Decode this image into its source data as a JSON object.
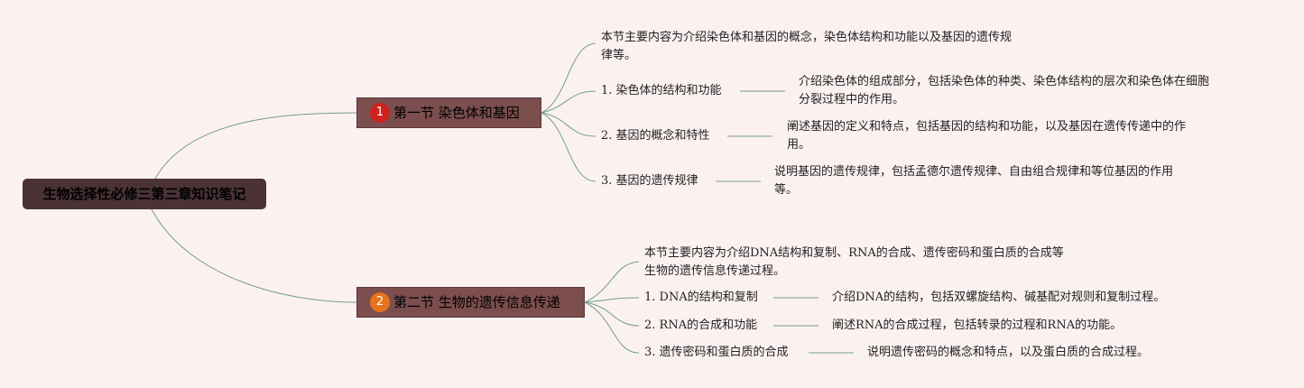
{
  "root": {
    "title": "生物选择性必修三第三章知识笔记"
  },
  "sections": [
    {
      "number": "1",
      "badge_color": "#d0211c",
      "title": "第一节 染色体和基因",
      "intro": [
        "本节主要内容为介绍染色体和基因的概念，染色体结构和功能以及基因的遗传规",
        "律等。"
      ],
      "topics": [
        {
          "label": "1. 染色体的结构和功能",
          "detail": [
            "介绍染色体的组成部分，包括染色体的种类、染色体结构的层次和染色体在细胞",
            "分裂过程中的作用。"
          ]
        },
        {
          "label": "2. 基因的概念和特性",
          "detail": [
            "阐述基因的定义和特点，包括基因的结构和功能，以及基因在遗传传递中的作",
            "用。"
          ]
        },
        {
          "label": "3. 基因的遗传规律",
          "detail": [
            "说明基因的遗传规律，包括孟德尔遗传规律、自由组合规律和等位基因的作用",
            "等。"
          ]
        }
      ]
    },
    {
      "number": "2",
      "badge_color": "#e8731c",
      "title": "第二节 生物的遗传信息传递",
      "intro": [
        "本节主要内容为介绍DNA结构和复制、RNA的合成、遗传密码和蛋白质的合成等",
        "生物的遗传信息传递过程。"
      ],
      "topics": [
        {
          "label": "1. DNA的结构和复制",
          "detail": [
            "介绍DNA的结构，包括双螺旋结构、碱基配对规则和复制过程。"
          ]
        },
        {
          "label": "2. RNA的合成和功能",
          "detail": [
            "阐述RNA的合成过程，包括转录的过程和RNA的功能。"
          ]
        },
        {
          "label": "3. 遗传密码和蛋白质的合成",
          "detail": [
            "说明遗传密码的概念和特点，以及蛋白质的合成过程。"
          ]
        }
      ]
    }
  ],
  "colors": {
    "line": "#6f9f8c",
    "background": "#fcf1f1"
  }
}
